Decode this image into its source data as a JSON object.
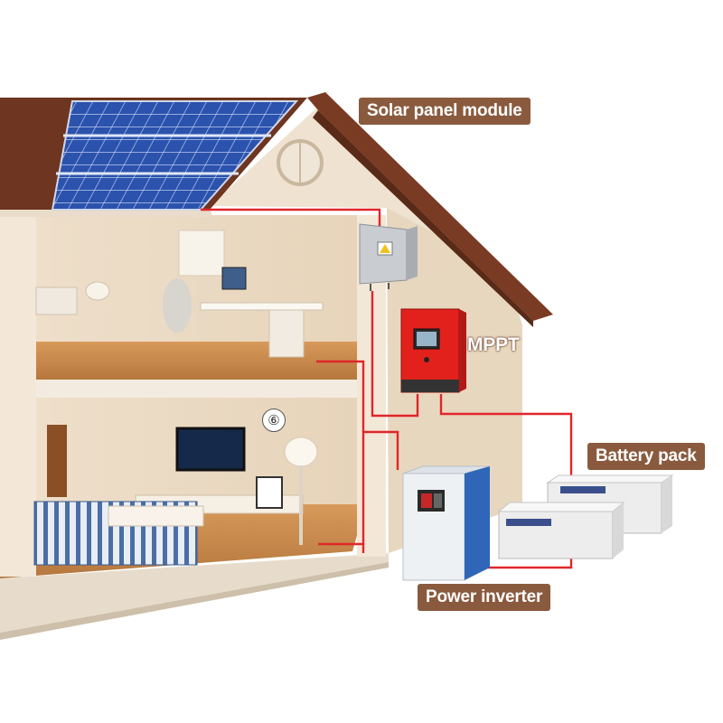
{
  "labels": {
    "solar_panel": "Solar panel module",
    "mppt": "MPPT",
    "battery_pack": "Battery pack",
    "power_inverter": "Power inverter"
  },
  "room_marker": "⑥",
  "colors": {
    "label_bg": "#8a5a3e",
    "wire": "#e0262b",
    "roof": "#7a3b24",
    "wall": "#f1e3cf",
    "solar": "#2a4fa8",
    "mppt": "#e3211c"
  }
}
